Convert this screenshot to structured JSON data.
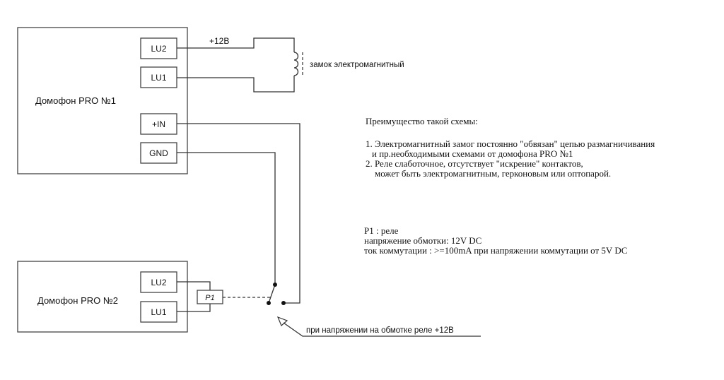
{
  "devices": {
    "intercom1": {
      "title": "Домофон PRO №1",
      "terminals": [
        "LU2",
        "LU1",
        "+IN",
        "GND"
      ]
    },
    "intercom2": {
      "title": "Домофон PRO №2",
      "terminals": [
        "LU2",
        "LU1"
      ]
    }
  },
  "wiring": {
    "supply_label": "+12В",
    "lock_label": "замок электромагнитный",
    "relay_label": "P1",
    "relay_note": "при напряжении на обмотке реле +12В"
  },
  "advantages": {
    "heading": "Преимущество такой схемы:",
    "items": [
      {
        "line1": "1. Электромагнитный замог постоянно \"обвязан\" цепью размагничивания",
        "line2": "и пр.необходимыми схемами от домофона PRO №1"
      },
      {
        "line1": "2. Реле слаботочное, отсутствует \"искрение\" контактов,",
        "line2": "может быть электромагнитным, герконовым или оптопарой."
      }
    ]
  },
  "relay_spec": {
    "title": "P1 : реле",
    "coil_voltage": "напряжение обмотки: 12V DC",
    "switching": "ток коммутации : >=100mA при напряжении коммутации от 5V DC"
  }
}
